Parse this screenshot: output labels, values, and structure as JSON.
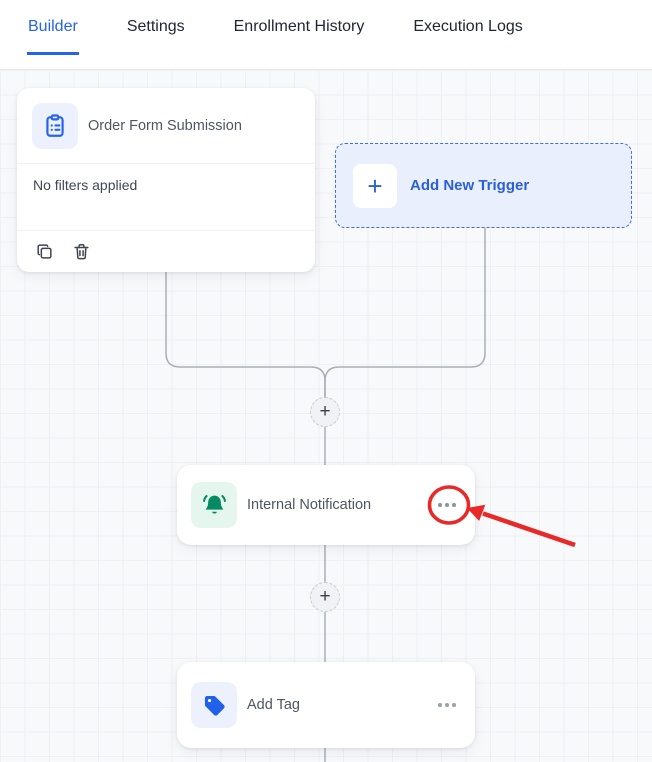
{
  "tabs": [
    {
      "label": "Builder",
      "active": true
    },
    {
      "label": "Settings",
      "active": false
    },
    {
      "label": "Enrollment History",
      "active": false
    },
    {
      "label": "Execution Logs",
      "active": false
    }
  ],
  "workflow": {
    "trigger_card": {
      "title": "Order Form Submission",
      "filters_text": "No filters applied"
    },
    "add_trigger_button": {
      "label": "Add New Trigger",
      "plus": "+"
    },
    "add_step_plus": "+",
    "actions": [
      {
        "title": "Internal Notification"
      },
      {
        "title": "Add Tag"
      }
    ]
  },
  "icons": {
    "trigger": "clipboard-list-icon",
    "action_1": "bell-ring-icon",
    "action_2": "tag-icon",
    "footer": [
      "duplicate-icon",
      "trash-icon"
    ],
    "menus": "ellipsis-icon"
  },
  "colors": {
    "accent_blue": "#2563EB",
    "tab_text": "#202634",
    "card_title": "#4E5663",
    "connector_gray": "#A9AFB8",
    "icon_green": "#058A63",
    "green_bg": "#E4F6EE",
    "blue_bg": "#ECF1FD",
    "add_trigger_bg": "#E9EFFC",
    "annotation_red": "#E92828"
  }
}
